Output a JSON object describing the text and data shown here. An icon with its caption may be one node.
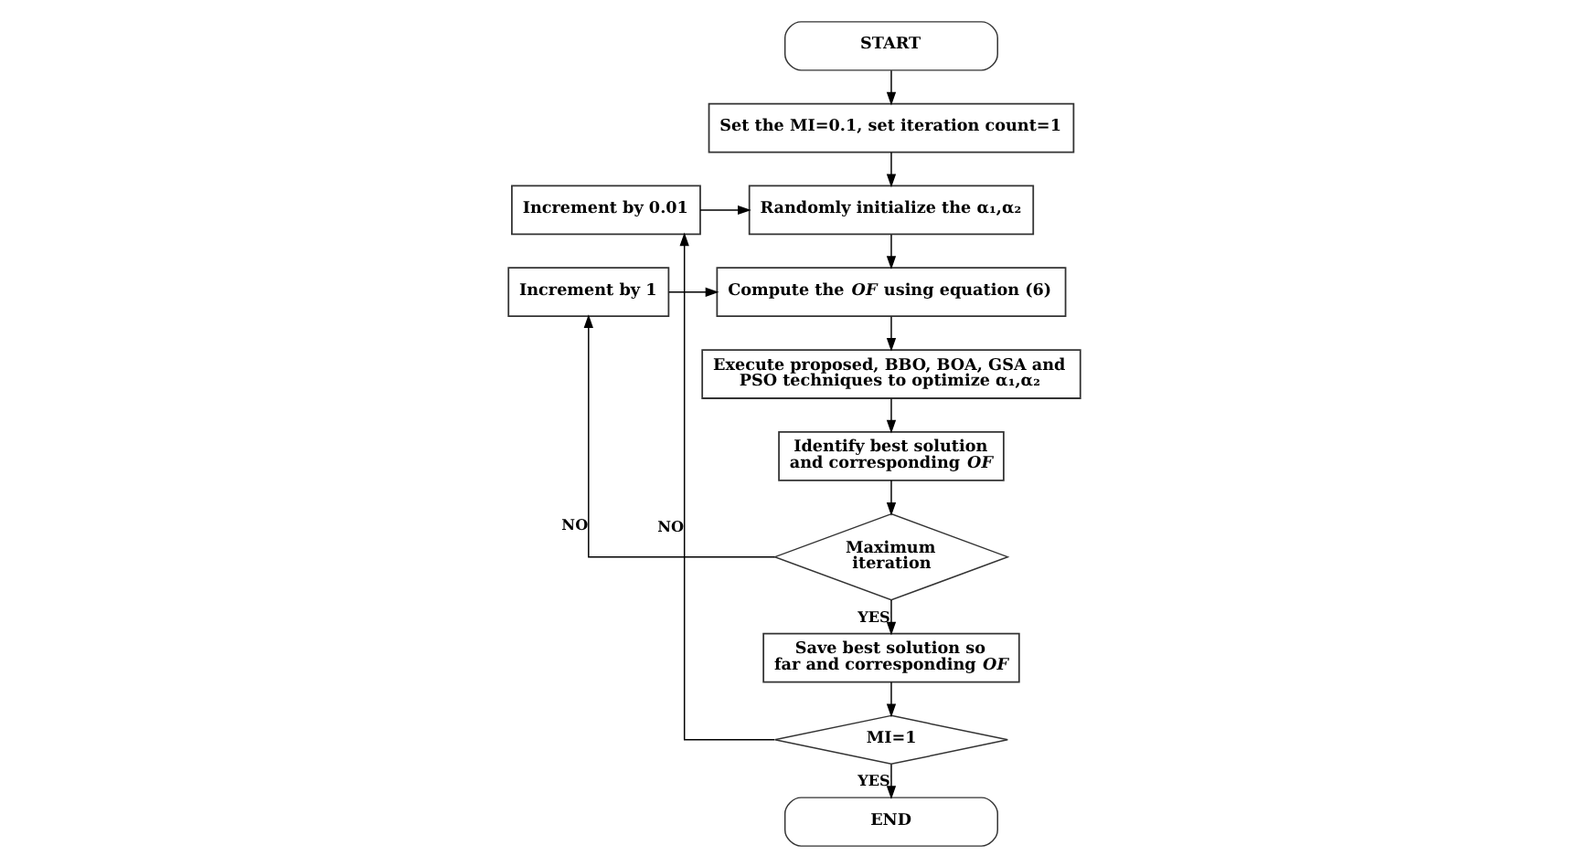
{
  "diagram": {
    "nodes": [
      {
        "text": [
          "START"
        ]
      },
      {
        "text": [
          "Set the MI=0.1, set iteration count=1"
        ]
      },
      {
        "text": [
          "Randomly initialize the α₁,α₂"
        ]
      },
      {
        "text": [
          "Increment by 0.01"
        ]
      },
      {
        "text": [
          "Increment by 1"
        ]
      },
      {
        "text": [
          "Compute the *OF* using equation (6)"
        ]
      },
      {
        "text": [
          "Execute proposed, BBO, BOA, GSA and PSO techniques to optimize α₁,α₂"
        ]
      },
      {
        "text": [
          "Identify best solution and corresponding *OF*"
        ]
      },
      {
        "text": [
          "Maximum iteration"
        ]
      },
      {
        "text": [
          "Save best solution so far and corresponding *OF*"
        ]
      },
      {
        "text": [
          "MI=1"
        ]
      },
      {
        "text": [
          "END"
        ]
      }
    ],
    "edges": [
      {
        "from": 0,
        "to": 1,
        "arrow": "to"
      },
      {
        "from": 1,
        "to": 2,
        "arrow": "to"
      },
      {
        "from": 2,
        "to": 5,
        "arrow": "to"
      },
      {
        "from": 3,
        "to": 2,
        "arrow": "to"
      },
      {
        "from": 4,
        "to": 5,
        "arrow": "to"
      },
      {
        "from": 5,
        "to": 6,
        "arrow": "to"
      },
      {
        "from": 6,
        "to": 7,
        "arrow": "to"
      },
      {
        "from": 7,
        "to": 8,
        "arrow": "to"
      },
      {
        "from": 8,
        "to": 4,
        "arrow": "to",
        "label": "NO"
      },
      {
        "from": 8,
        "to": 9,
        "arrow": "to",
        "label": "YES"
      },
      {
        "from": 9,
        "to": 10,
        "arrow": "to"
      },
      {
        "from": 10,
        "to": 3,
        "arrow": "to",
        "label": "NO"
      },
      {
        "from": 10,
        "to": 11,
        "arrow": "to",
        "label": "YES"
      }
    ]
  }
}
